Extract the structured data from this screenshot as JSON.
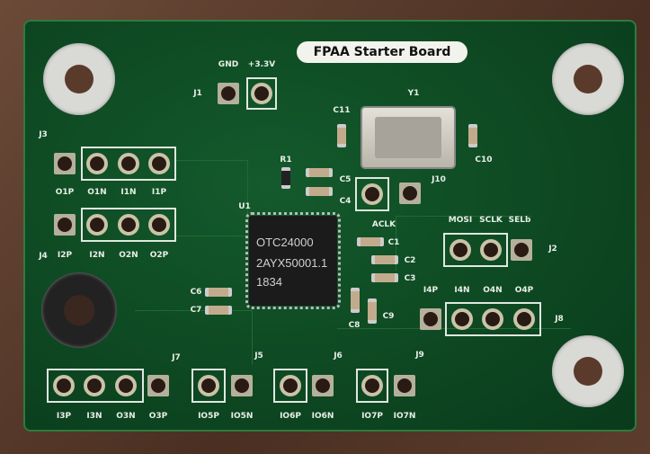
{
  "board_title": "FPAA Starter Board",
  "chip": {
    "ref": "U1",
    "lines": [
      "OTC24000",
      "2AYX50001.1",
      "1834"
    ]
  },
  "crystal": {
    "ref": "Y1"
  },
  "components": {
    "R1": "R1",
    "C1": "C1",
    "C2": "C2",
    "C3": "C3",
    "C4": "C4",
    "C5": "C5",
    "C6": "C6",
    "C7": "C7",
    "C8": "C8",
    "C9": "C9",
    "C10": "C10",
    "C11": "C11"
  },
  "aclk": "ACLK",
  "connectors": {
    "J1": {
      "ref": "J1",
      "pins": [
        "GND",
        "+3.3V"
      ]
    },
    "J3": {
      "ref": "J3",
      "pins": [
        "O1P",
        "O1N",
        "I1N",
        "I1P"
      ]
    },
    "J4": {
      "ref": "J4",
      "pins": [
        "I2P",
        "I2N",
        "O2N",
        "O2P"
      ]
    },
    "J2": {
      "ref": "J2",
      "pins": [
        "MOSI",
        "SCLK",
        "SELb"
      ]
    },
    "J8": {
      "ref": "J8",
      "pins": [
        "I4P",
        "I4N",
        "O4N",
        "O4P"
      ]
    },
    "J7": {
      "ref": "J7",
      "pins": [
        "I3P",
        "I3N",
        "O3N",
        "O3P"
      ]
    },
    "J5": {
      "ref": "J5",
      "pins": [
        "IO5P",
        "IO5N"
      ]
    },
    "J6": {
      "ref": "J6",
      "pins": [
        "IO6P",
        "IO6N"
      ]
    },
    "J9": {
      "ref": "J9",
      "pins": [
        "IO7P",
        "IO7N"
      ]
    },
    "J10": {
      "ref": "J10"
    }
  }
}
